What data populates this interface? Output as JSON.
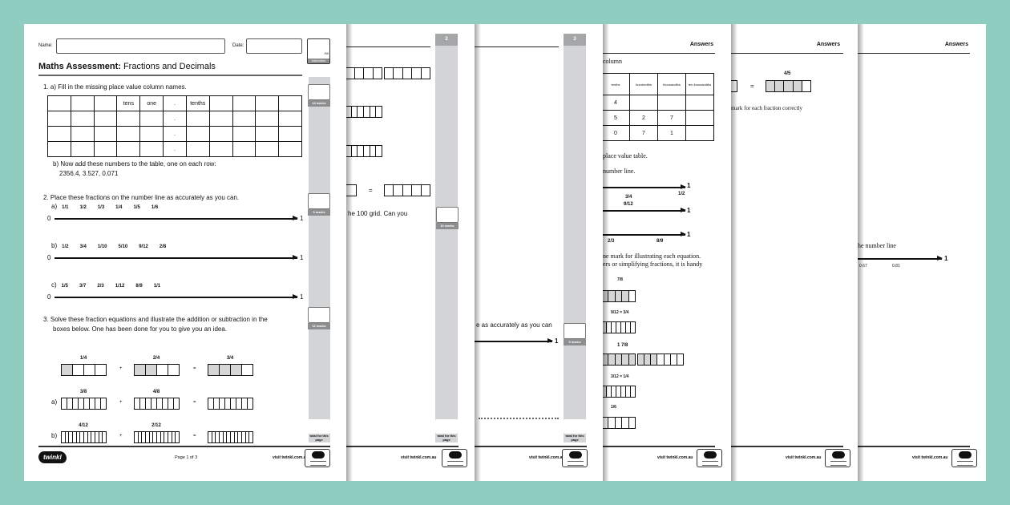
{
  "colors": {
    "background": "#8fcdc1",
    "side_bar": "#d3d4d6",
    "marks_label": "#8d8e90",
    "shaded_cell": "#d6d6d6"
  },
  "common": {
    "website": "visit twinkl.com.au",
    "logo": "twinkl",
    "total_page": "total for this page",
    "answers": "Answers",
    "line_start": "0",
    "line_end": "1",
    "plus": "+",
    "equals": "="
  },
  "page1": {
    "name_label": "Name:",
    "date_label": "Date:",
    "total_marks_value": "/50",
    "total_marks_label": "total marks",
    "title_bold": "Maths Assessment:",
    "title_rest": " Fractions and Decimals",
    "q1a": "1.  a) Fill in the missing place value column names.",
    "table_headers": [
      "",
      "",
      "",
      "tens",
      "one",
      ".",
      "tenths",
      "",
      "",
      "",
      ""
    ],
    "table_rows": [
      [
        "",
        "",
        "",
        "",
        "",
        ".",
        "",
        "",
        "",
        "",
        ""
      ],
      [
        "",
        "",
        "",
        "",
        "",
        ".",
        "",
        "",
        "",
        "",
        ""
      ],
      [
        "",
        "",
        "",
        "",
        "",
        ".",
        "",
        "",
        "",
        "",
        ""
      ]
    ],
    "q1b": "b) Now add these numbers to the table, one on each row:",
    "q1b_numbers": "2356.4, 3.527, 0.071",
    "q2": "2.  Place these fractions on the number line as accurately as you can.",
    "number_lines": [
      {
        "label": "a)",
        "fractions": [
          "1/1",
          "1/2",
          "1/3",
          "1/4",
          "1/5",
          "1/6"
        ]
      },
      {
        "label": "b)",
        "fractions": [
          "1/2",
          "3/4",
          "1/10",
          "5/10",
          "9/12",
          "2/8"
        ]
      },
      {
        "label": "c)",
        "fractions": [
          "1/5",
          "3/7",
          "2/3",
          "1/12",
          "8/9",
          "1/1"
        ]
      }
    ],
    "q3_line1": "3.  Solve these fraction equations and illustrate the addition or subtraction in the",
    "q3_line2": "boxes below. One has been done for you to give you an idea.",
    "equations": [
      {
        "label": "",
        "terms": [
          {
            "frac": "1/4",
            "cells": 4,
            "shaded": 1
          },
          {
            "frac": "2/4",
            "cells": 4,
            "shaded": 2
          },
          {
            "frac": "3/4",
            "cells": 4,
            "shaded": 3
          }
        ]
      },
      {
        "label": "a)",
        "terms": [
          {
            "frac": "3/8",
            "cells": 8,
            "shaded": 0
          },
          {
            "frac": "4/8",
            "cells": 8,
            "shaded": 0
          },
          {
            "frac": "",
            "cells": 8,
            "shaded": 0
          }
        ]
      },
      {
        "label": "b)",
        "terms": [
          {
            "frac": "4/12",
            "cells": 12,
            "shaded": 0
          },
          {
            "frac": "2/12",
            "cells": 12,
            "shaded": 0
          },
          {
            "frac": "",
            "cells": 12,
            "shaded": 0
          }
        ]
      }
    ],
    "marks": [
      "14 marks",
      "5 marks",
      "12 marks"
    ],
    "page_number": "Page 1 of 3"
  },
  "page2": {
    "page_tab": "2",
    "text": "he 100 grid. Can you",
    "marks": "10 marks",
    "bars": [
      {
        "cells": 4,
        "shaded": 0
      },
      {
        "cells": 5,
        "shaded": 0
      },
      {
        "cells": 6,
        "shaded": 0
      },
      {
        "cells": 6,
        "shaded": 0
      },
      {
        "cells": 1,
        "shaded": 0
      },
      {
        "cells": 5,
        "shaded": 0
      }
    ]
  },
  "page3": {
    "page_tab": "3",
    "text": "e as accurately as you can",
    "marks": "5 marks"
  },
  "page4": {
    "column_text": "column",
    "table_headers": [
      "tenths",
      "hundredths",
      "thousandths",
      "ten thousandths"
    ],
    "table_rows": [
      [
        "4",
        "",
        "",
        ""
      ],
      [
        "5",
        "2",
        "7",
        ""
      ],
      [
        "0",
        "7",
        "1",
        ""
      ]
    ],
    "text1": "place value table.",
    "text2": "number line.",
    "line1_fractions": [
      "1/2"
    ],
    "line2_fractions": [
      "3/4",
      "9/12"
    ],
    "line3_fractions": [
      "2/3",
      "8/9"
    ],
    "text3": "ne mark for illustrating each equation.",
    "text4": "ers or simplifying fractions, it is handy",
    "eq_labels": [
      "7/8",
      "9/12 = 3/4",
      "1 7/8",
      "3/12 = 1/4",
      "1/6"
    ],
    "bars": [
      {
        "cells": 5,
        "shaded": 4
      },
      {
        "cells": 7,
        "shaded": 1
      },
      {
        "cells": 5,
        "shaded": 5
      },
      {
        "cells": 7,
        "shaded": 3
      },
      {
        "cells": 7,
        "shaded": 1
      },
      {
        "cells": 5,
        "shaded": 0
      }
    ]
  },
  "page5": {
    "fraction": "4/5",
    "text": "mark for each fraction correctly",
    "bars": [
      {
        "cells": 1,
        "shaded": 0
      },
      {
        "cells": 5,
        "shaded": 4
      }
    ]
  },
  "page6": {
    "text": "he number line",
    "labels": [
      "0.67",
      "0.81"
    ]
  }
}
